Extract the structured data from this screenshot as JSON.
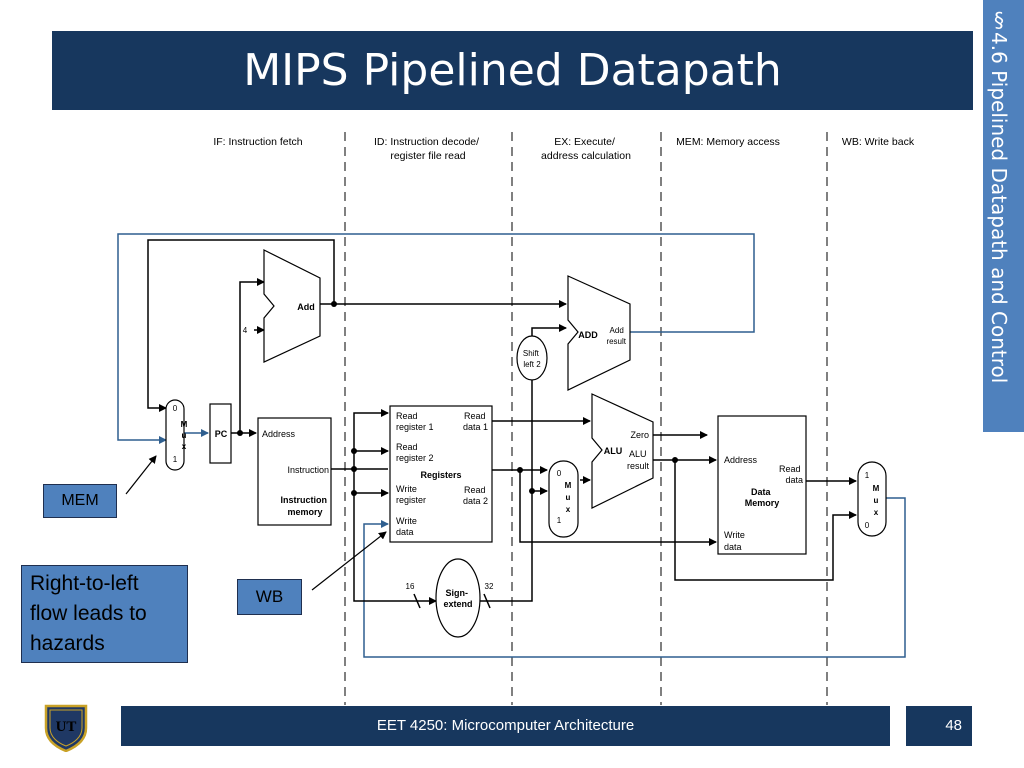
{
  "slide": {
    "title": "MIPS Pipelined Datapath",
    "section_tag": "§4.6 Pipelined Datapath and Control",
    "footer": "EET 4250: Microcomputer Architecture",
    "page_number": "48",
    "logo_text": "UT"
  },
  "callouts": {
    "mem": "MEM",
    "wb": "WB",
    "right_to_left": [
      "Right-to-left",
      "flow leads to",
      "hazards"
    ]
  },
  "stages": [
    {
      "lines": [
        "IF: Instruction fetch"
      ]
    },
    {
      "lines": [
        "ID: Instruction decode/",
        "register file read"
      ]
    },
    {
      "lines": [
        "EX: Execute/",
        "address calculation"
      ]
    },
    {
      "lines": [
        "MEM: Memory access"
      ]
    },
    {
      "lines": [
        "WB: Write back"
      ]
    }
  ],
  "blocks": {
    "pc": "PC",
    "add_if": "Add",
    "four": "4",
    "im_address": "Address",
    "im_instruction": "Instruction",
    "im_name": [
      "Instruction",
      "memory"
    ],
    "mux": [
      "M",
      "u",
      "x"
    ],
    "mux_if_inputs": [
      "0",
      "1"
    ],
    "mux_ex_inputs": [
      "0",
      "1"
    ],
    "mux_wb_inputs": [
      "1",
      "0"
    ],
    "reg_read1": [
      "Read",
      "register 1"
    ],
    "reg_read2": [
      "Read",
      "register 2"
    ],
    "reg_write_reg": [
      "Write",
      "register"
    ],
    "reg_write_data": [
      "Write",
      "data"
    ],
    "reg_data1": [
      "Read",
      "data 1"
    ],
    "reg_data2": [
      "Read",
      "data 2"
    ],
    "reg_name": "Registers",
    "shift": [
      "Shift",
      "left 2"
    ],
    "add_ex": "ADD",
    "add_result": [
      "Add",
      "result"
    ],
    "alu": "ALU",
    "zero": "Zero",
    "alu_result": [
      "ALU",
      "result"
    ],
    "dm_address": "Address",
    "dm_read": [
      "Read",
      "data"
    ],
    "dm_name": [
      "Data",
      "Memory"
    ],
    "dm_write": [
      "Write",
      "data"
    ],
    "sign_extend": [
      "Sign-",
      "extend"
    ],
    "bits_in": "16",
    "bits_out": "32"
  }
}
